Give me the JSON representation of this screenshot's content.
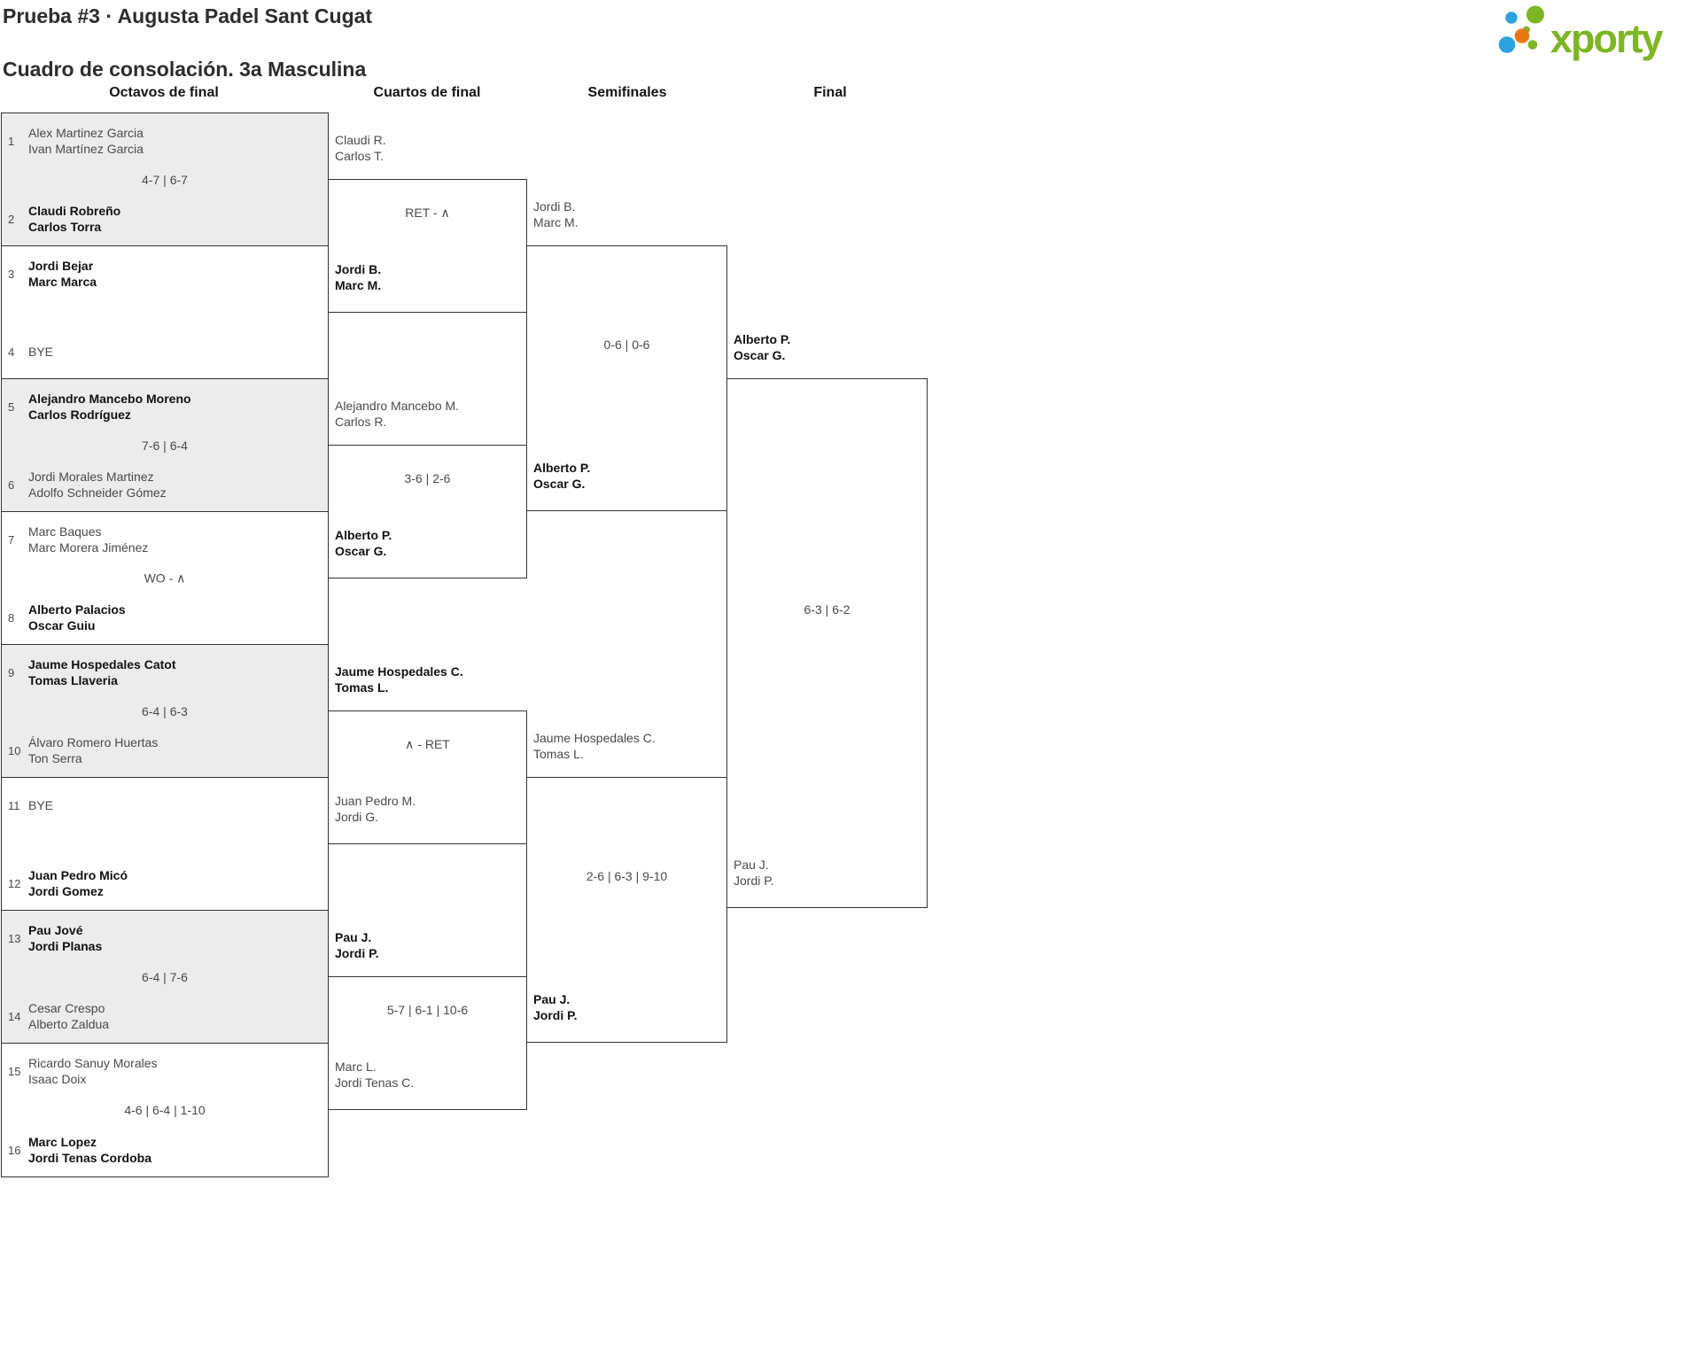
{
  "header": {
    "title": "Prueba #3 · Augusta Padel Sant Cugat",
    "subtitle": "Cuadro de consolación. 3a Masculina"
  },
  "logo": {
    "brand": "xporty",
    "colors": {
      "green": "#7cb623",
      "blue": "#2ba3dc",
      "orange": "#e87817"
    }
  },
  "rounds": [
    {
      "label": "Octavos de final"
    },
    {
      "label": "Cuartos de final"
    },
    {
      "label": "Semifinales"
    },
    {
      "label": "Final"
    }
  ],
  "bracket": {
    "r16": [
      {
        "seed_top": "1",
        "top": {
          "l1": "Alex Martinez Garcia",
          "l2": "Ivan Martínez Garcia",
          "winner": false
        },
        "score": "4-7 | 6-7",
        "seed_bottom": "2",
        "bottom": {
          "l1": "Claudi Robreño",
          "l2": "Carlos Torra",
          "winner": true
        }
      },
      {
        "seed_top": "3",
        "top": {
          "l1": "Jordi Bejar",
          "l2": "Marc Marca",
          "winner": true
        },
        "score": "",
        "seed_bottom": "4",
        "bottom": {
          "l1": "BYE",
          "l2": "",
          "winner": false
        }
      },
      {
        "seed_top": "5",
        "top": {
          "l1": "Alejandro Mancebo Moreno",
          "l2": "Carlos Rodríguez",
          "winner": true
        },
        "score": "7-6 | 6-4",
        "seed_bottom": "6",
        "bottom": {
          "l1": "Jordi Morales Martinez",
          "l2": "Adolfo Schneider Gómez",
          "winner": false
        }
      },
      {
        "seed_top": "7",
        "top": {
          "l1": "Marc Baques",
          "l2": "Marc Morera Jiménez",
          "winner": false
        },
        "score": "WO - ∧",
        "seed_bottom": "8",
        "bottom": {
          "l1": "Alberto Palacios",
          "l2": "Oscar Guiu",
          "winner": true
        }
      },
      {
        "seed_top": "9",
        "top": {
          "l1": "Jaume Hospedales Catot",
          "l2": "Tomas Llaveria",
          "winner": true
        },
        "score": "6-4 | 6-3",
        "seed_bottom": "10",
        "bottom": {
          "l1": "Álvaro Romero Huertas",
          "l2": "Ton Serra",
          "winner": false
        }
      },
      {
        "seed_top": "11",
        "top": {
          "l1": "BYE",
          "l2": "",
          "winner": false
        },
        "score": "",
        "seed_bottom": "12",
        "bottom": {
          "l1": "Juan Pedro Micó",
          "l2": "Jordi Gomez",
          "winner": true
        }
      },
      {
        "seed_top": "13",
        "top": {
          "l1": "Pau Jové",
          "l2": "Jordi Planas",
          "winner": true
        },
        "score": "6-4 | 7-6",
        "seed_bottom": "14",
        "bottom": {
          "l1": "Cesar Crespo",
          "l2": "Alberto Zaldua",
          "winner": false
        }
      },
      {
        "seed_top": "15",
        "top": {
          "l1": "Ricardo Sanuy Morales",
          "l2": "Isaac Doix",
          "winner": false
        },
        "score": "4-6 | 6-4 | 1-10",
        "seed_bottom": "16",
        "bottom": {
          "l1": "Marc Lopez",
          "l2": "Jordi Tenas Cordoba",
          "winner": true
        }
      }
    ],
    "quarterfinals": [
      {
        "top": {
          "l1": "Claudi R.",
          "l2": "Carlos T.",
          "winner": false
        },
        "score": "RET - ∧",
        "bottom": {
          "l1": "Jordi B.",
          "l2": "Marc M.",
          "winner": true
        }
      },
      {
        "top": {
          "l1": "Alejandro Mancebo M.",
          "l2": "Carlos R.",
          "winner": false
        },
        "score": "3-6 | 2-6",
        "bottom": {
          "l1": "Alberto P.",
          "l2": "Oscar G.",
          "winner": true
        }
      },
      {
        "top": {
          "l1": "Jaume Hospedales C.",
          "l2": "Tomas L.",
          "winner": true
        },
        "score": "∧ - RET",
        "bottom": {
          "l1": "Juan Pedro M.",
          "l2": "Jordi G.",
          "winner": false
        }
      },
      {
        "top": {
          "l1": "Pau J.",
          "l2": "Jordi P.",
          "winner": true
        },
        "score": "5-7 | 6-1 | 10-6",
        "bottom": {
          "l1": "Marc L.",
          "l2": "Jordi Tenas C.",
          "winner": false
        }
      }
    ],
    "semifinals": [
      {
        "top": {
          "l1": "Jordi B.",
          "l2": "Marc M.",
          "winner": false
        },
        "score": "0-6 | 0-6",
        "bottom": {
          "l1": "Alberto P.",
          "l2": "Oscar G.",
          "winner": true
        }
      },
      {
        "top": {
          "l1": "Jaume Hospedales C.",
          "l2": "Tomas L.",
          "winner": false
        },
        "score": "2-6 | 6-3 | 9-10",
        "bottom": {
          "l1": "Pau J.",
          "l2": "Jordi P.",
          "winner": true
        }
      }
    ],
    "final": {
      "top": {
        "l1": "Alberto P.",
        "l2": "Oscar G.",
        "winner": true
      },
      "score": "6-3 | 6-2",
      "bottom": {
        "l1": "Pau J.",
        "l2": "Jordi P.",
        "winner": false
      }
    }
  }
}
